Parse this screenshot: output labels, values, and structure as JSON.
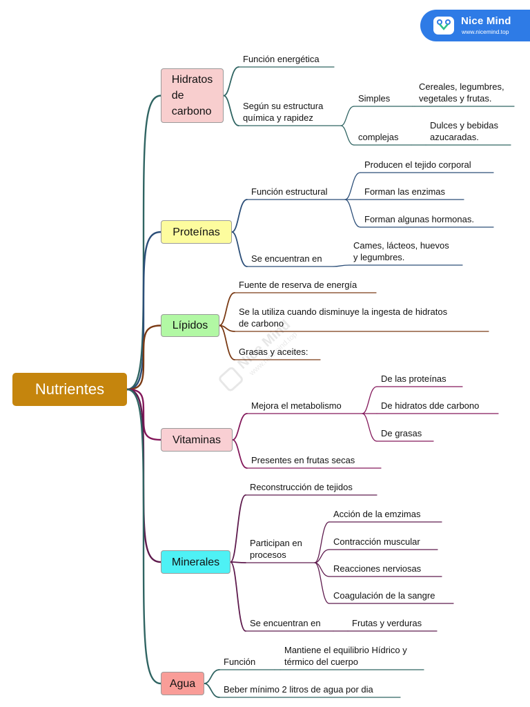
{
  "brand": {
    "name": "Nice Mind",
    "url": "www.nicemind.top"
  },
  "watermark": {
    "name": "Nice Mind",
    "url": "www.nicemind.top"
  },
  "icons": {
    "brand_logo": "nicemind-logo-icon",
    "watermark_logo": "nicemind-logo-icon"
  },
  "colors": {
    "root": "#c5850d",
    "hidratos": "#f8cece",
    "proteinas": "#fdfc9e",
    "lipidos": "#b2f8a4",
    "vitaminas": "#f9cfd3",
    "minerales": "#4ef1f5",
    "agua": "#f99d98",
    "branch_teal": "#2f6462",
    "branch_blue": "#2b4e78",
    "branch_brown": "#7a3a14",
    "branch_magenta": "#83175a",
    "branch_purple": "#5e1a4d",
    "badge": "#2e7be6"
  },
  "diagram": {
    "root": {
      "label": "Nutrientes"
    },
    "categories": [
      {
        "id": "hidratos",
        "label": "Hidratos\n de\ncarbono",
        "items": [
          {
            "label": "Función energética"
          },
          {
            "label": "Según  su estructura\nquímica  y rapidez",
            "children": [
              {
                "label": "Simples",
                "children": [
                  {
                    "label": "Cereales, legumbres,\nvegetales y frutas."
                  }
                ]
              },
              {
                "label": "complejas",
                "children": [
                  {
                    "label": "Dulces y bebidas\nazucaradas."
                  }
                ]
              }
            ]
          }
        ]
      },
      {
        "id": "proteinas",
        "label": "Proteínas",
        "items": [
          {
            "label": "Función  estructural",
            "children": [
              {
                "label": "Producen el tejido  corporal"
              },
              {
                "label": "Forman las enzimas"
              },
              {
                "label": "Forman algunas hormonas."
              }
            ]
          },
          {
            "label": "Se encuentran en",
            "children": [
              {
                "label": "Cames, lácteos, huevos\ny legumbres."
              }
            ]
          }
        ]
      },
      {
        "id": "lipidos",
        "label": "Lípidos",
        "items": [
          {
            "label": "Fuente  de reserva de energía"
          },
          {
            "label": "Se la utiliza  cuando disminuye  la ingesta de hidratos\nde carbono"
          },
          {
            "label": "Grasas y aceites:"
          }
        ]
      },
      {
        "id": "vitaminas",
        "label": "Vitaminas",
        "items": [
          {
            "label": "Mejora el metabolismo",
            "children": [
              {
                "label": "De  las proteínas"
              },
              {
                "label": "De hidratos  dde carbono"
              },
              {
                "label": "De grasas"
              }
            ]
          },
          {
            "label": "Presentes en frutas secas"
          }
        ]
      },
      {
        "id": "minerales",
        "label": "Minerales",
        "items": [
          {
            "label": "Reconstrucción  de tejidos"
          },
          {
            "label": "Participan en\nprocesos",
            "children": [
              {
                "label": "Acción  de la emzimas"
              },
              {
                "label": "Contracción muscular"
              },
              {
                "label": "Reacciones  nerviosas"
              },
              {
                "label": "Coagulación  de la sangre"
              }
            ]
          },
          {
            "label": "Se encuentran en",
            "children": [
              {
                "label": "Frutas  y verduras"
              }
            ]
          }
        ]
      },
      {
        "id": "agua",
        "label": "Agua",
        "items": [
          {
            "label": "Función",
            "children": [
              {
                "label": "Mantiene el equilibrio Hídrico y\ntérmico  del cuerpo"
              }
            ]
          },
          {
            "label": "Beber mínimo  2 litros de agua  por dia"
          }
        ]
      }
    ]
  }
}
